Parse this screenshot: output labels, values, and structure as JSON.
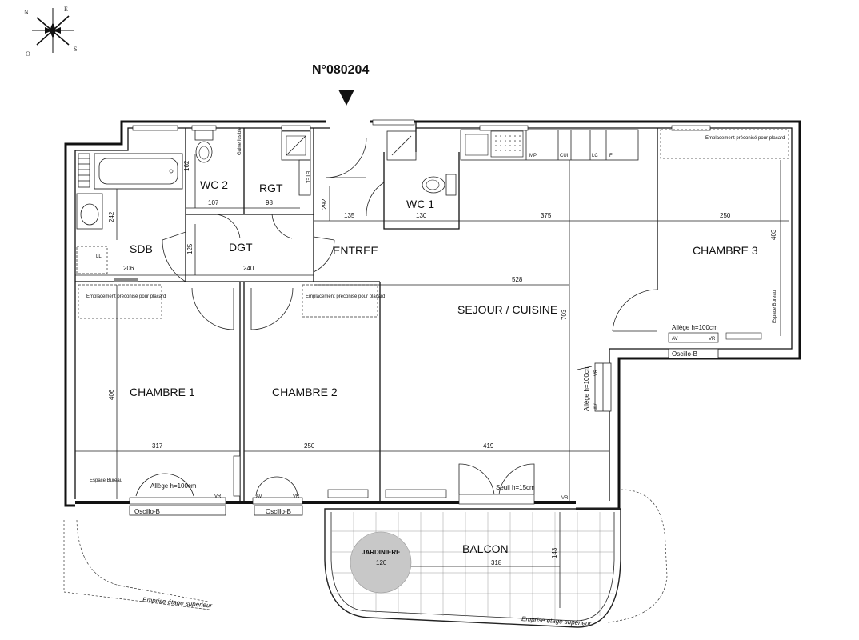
{
  "title": "N°080204",
  "compass": {
    "n": "N",
    "e": "E",
    "s": "S",
    "o": "O"
  },
  "rooms": {
    "wc2": "WC 2",
    "rgt": "RGT",
    "wc1": "WC 1",
    "sdb": "SDB",
    "dgt": "DGT",
    "entree": "ENTREE",
    "chambre3": "CHAMBRE 3",
    "sejour": "SEJOUR / CUISINE",
    "chambre1": "CHAMBRE 1",
    "chambre2": "CHAMBRE 2",
    "balcon": "BALCON",
    "jardiniere": "JARDINIERE"
  },
  "dimensions": {
    "wc2_h": "162",
    "wc2_w": "107",
    "rgt_w": "98",
    "entree_h": "292",
    "entree_w": "135",
    "wc1_w": "130",
    "kitchen_w": "375",
    "ch3_w": "250",
    "ch3_h": "403",
    "sdb_h": "242",
    "dgt_h": "125",
    "sdb_w": "206",
    "dgt_w": "240",
    "sejour_w": "528",
    "sejour_h": "703",
    "ch1_h": "406",
    "ch1_w": "317",
    "ch2_w": "250",
    "sejour_bottom_w": "419",
    "balcon_h": "143",
    "jardiniere_w": "120",
    "balcon_w": "318"
  },
  "labels": {
    "placard": "Emplacement préconisé pour placard",
    "oscillo": "Oscillo-B",
    "allege_ch3": "Allège h=100cm",
    "allege_side": "Allège h=100cm",
    "allege_ch1": "Allège h=100cm",
    "seuil": "Seuil h=15cm",
    "espace_bureau": "Espace Bureau",
    "gaine_fusible": "Gaine fusible",
    "etel": "ETEL",
    "emprise": "Emprise étage supérieur",
    "av": "AV",
    "vr": "VR",
    "mp": "MP",
    "cui": "CUI",
    "lc": "LC",
    "f": "F",
    "ll": "LL"
  }
}
